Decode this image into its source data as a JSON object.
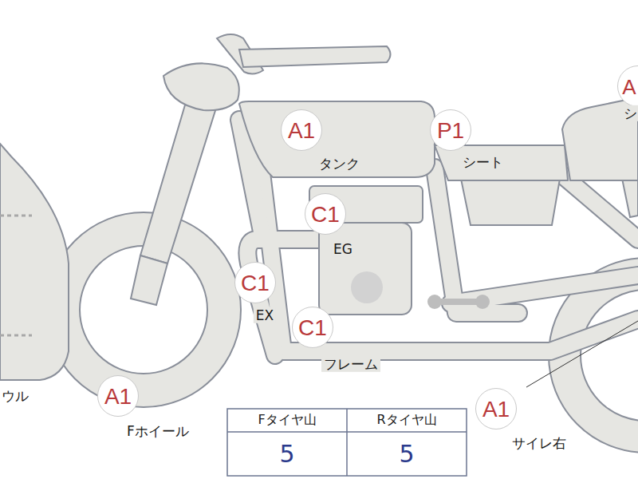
{
  "diagram": {
    "nodes": [
      {
        "text": [
          "A1",
          "タンク"
        ]
      },
      {
        "text": [
          "P1",
          "シート"
        ]
      },
      {
        "text": [
          "A",
          "シ"
        ]
      },
      {
        "text": [
          "C1",
          "EG"
        ]
      },
      {
        "text": [
          "C1",
          "EX"
        ]
      },
      {
        "text": [
          "C1",
          "フレーム"
        ]
      },
      {
        "text": [
          "A1",
          "Fホイール"
        ]
      },
      {
        "text": [
          "A1",
          "サイレ右"
        ]
      }
    ],
    "labels": [
      "ウル",
      "Fタイヤ山",
      "Rタイヤ山",
      "5",
      "5"
    ]
  }
}
